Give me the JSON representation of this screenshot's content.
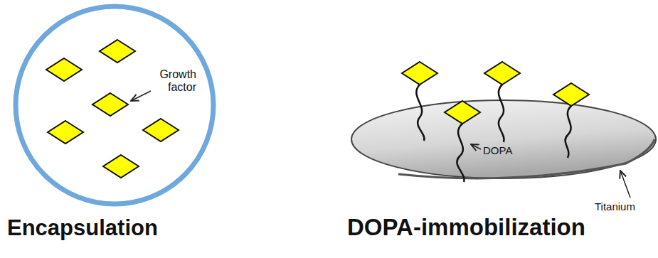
{
  "diagram": {
    "labels": [
      "Growth factor",
      "DOPA",
      "Titanium",
      "Encapsulation",
      "DOPA-immobilization"
    ]
  }
}
